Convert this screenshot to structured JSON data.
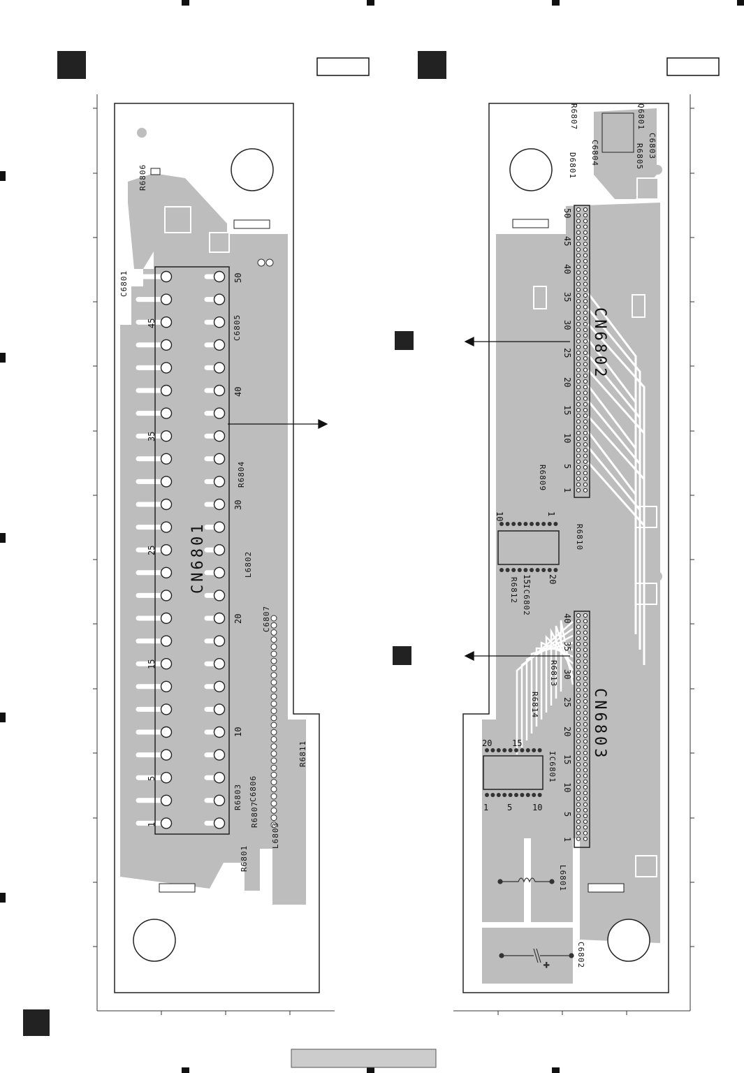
{
  "left_board": {
    "connector": "CN6801",
    "pin_numbers": [
      "50",
      "45",
      "40",
      "35",
      "30",
      "25",
      "20",
      "15",
      "10",
      "5",
      "1"
    ],
    "components": [
      "R6806",
      "C6801",
      "C6805",
      "R6804",
      "L6802",
      "C6807",
      "R6803",
      "C6806",
      "R6811",
      "R6807",
      "L6803",
      "R6801"
    ]
  },
  "right_board": {
    "connectors": [
      "CN6802",
      "CN6803"
    ],
    "cn6802_pins": [
      "50",
      "45",
      "40",
      "35",
      "30",
      "25",
      "20",
      "15",
      "10",
      "5",
      "1"
    ],
    "cn6803_pins": [
      "40",
      "35",
      "30",
      "25",
      "20",
      "15",
      "10",
      "5",
      "1"
    ],
    "ic6802_pins": [
      "10",
      "1",
      "15",
      "20"
    ],
    "ic6801_pins": [
      "20",
      "15",
      "1",
      "5",
      "10"
    ],
    "components": [
      "R6807",
      "Q6801",
      "C6803",
      "C6804",
      "D6801",
      "R6805",
      "R6809",
      "R6810",
      "R6812",
      "IC6802",
      "R6813",
      "R6814",
      "IC6801",
      "L6801",
      "C6802"
    ]
  }
}
